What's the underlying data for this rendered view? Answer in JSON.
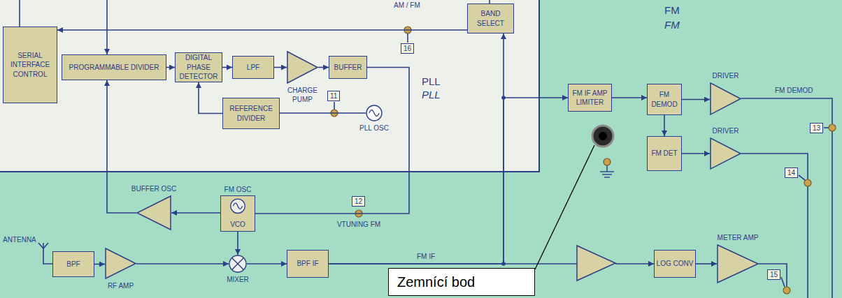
{
  "diagram": {
    "nodes": [
      {
        "text": [
          "PLL",
          "PLL"
        ]
      },
      {
        "text": [
          "SERIAL INTERFACE CONTROL"
        ],
        "in": 0
      },
      {
        "text": [
          "PROGRAMMABLE DIVIDER"
        ],
        "in": 0
      },
      {
        "text": [
          "DIGITAL PHASE DETECTOR"
        ],
        "in": 0
      },
      {
        "text": [
          "LPF"
        ],
        "in": 0
      },
      {
        "text": [
          "CHARGE PUMP"
        ],
        "in": 0
      },
      {
        "text": [
          "BUFFER"
        ],
        "in": 0
      },
      {
        "text": [
          "BAND SELECT"
        ],
        "in": 0
      },
      {
        "text": [
          "REFERENCE DIVIDER"
        ],
        "in": 0
      },
      {
        "text": [
          "PLL OSC"
        ],
        "in": 0
      },
      {
        "text": [
          "FM IF AMP LIMITER"
        ]
      },
      {
        "text": [
          "FM DEMOD"
        ]
      },
      {
        "text": [
          "DRIVER"
        ]
      },
      {
        "text": [
          "FM DET"
        ]
      },
      {
        "text": [
          "DRIVER"
        ]
      },
      {
        "text": [
          "FM OSC",
          "VCO"
        ]
      },
      {
        "text": [
          "BUFFER OSC"
        ]
      },
      {
        "text": [
          "BPF"
        ]
      },
      {
        "text": [
          "RF AMP"
        ]
      },
      {
        "text": [
          "MIXER"
        ]
      },
      {
        "text": [
          "BPF IF"
        ]
      },
      {
        "text": [
          "LOG CONV"
        ]
      },
      {
        "text": [
          "METER AMP"
        ]
      },
      {
        "text": [
          "Zemnící bod"
        ]
      }
    ],
    "edges": [
      {
        "from": 7,
        "to": 1,
        "arrow": "to"
      },
      {
        "from": 2,
        "to": 3,
        "arrow": "to"
      },
      {
        "from": 3,
        "to": 4,
        "arrow": "to"
      },
      {
        "from": 4,
        "to": 5,
        "arrow": "to"
      },
      {
        "from": 5,
        "to": 6,
        "arrow": "to"
      },
      {
        "from": 8,
        "to": 3,
        "arrow": "to"
      },
      {
        "from": 9,
        "to": 8,
        "arrow": "none"
      },
      {
        "from": 6,
        "to": 15,
        "arrow": "none"
      },
      {
        "from": 15,
        "to": 16,
        "arrow": "to"
      },
      {
        "from": 16,
        "to": 2,
        "arrow": "to"
      },
      {
        "from": 15,
        "to": 19,
        "arrow": "to"
      },
      {
        "from": 17,
        "to": 18,
        "arrow": "to"
      },
      {
        "from": 18,
        "to": 19,
        "arrow": "to"
      },
      {
        "from": 19,
        "to": 20,
        "arrow": "to"
      },
      {
        "from": 20,
        "to": 10,
        "arrow": "to"
      },
      {
        "from": 20,
        "to": 7,
        "arrow": "to"
      },
      {
        "from": 10,
        "to": 11,
        "arrow": "to"
      },
      {
        "from": 11,
        "to": 12,
        "arrow": "to"
      },
      {
        "from": 11,
        "to": 13,
        "arrow": "to"
      },
      {
        "from": 13,
        "to": 14,
        "arrow": "to"
      },
      {
        "from": 21,
        "to": 22,
        "arrow": "to"
      }
    ],
    "labels": [
      "AM / FM",
      "16",
      "11",
      "12",
      "VTUNING FM",
      "FM",
      "FM",
      "FM DEMOD",
      "13",
      "14",
      "15",
      "FM IF",
      "ANTENNA"
    ]
  }
}
